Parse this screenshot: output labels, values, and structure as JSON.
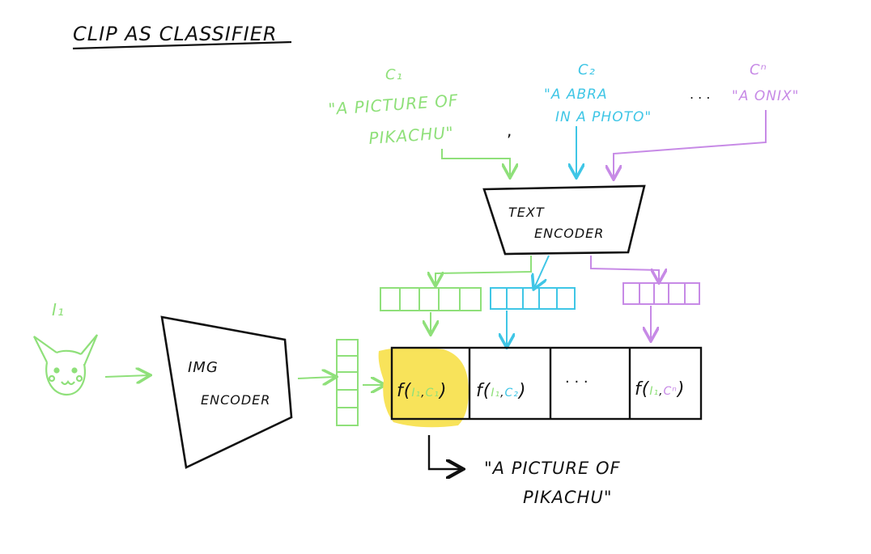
{
  "title": "CLIP AS CLASSIFIER",
  "colors": {
    "ink": "#111111",
    "green": "#8fe07a",
    "cyan": "#3fc6e6",
    "purple": "#c78ae6",
    "highlight": "#f8e35a"
  },
  "image_input": {
    "label": "I₁",
    "icon": "pikachu-icon"
  },
  "classes": {
    "c1": {
      "label": "C₁",
      "prompt_line1": "\"A PICTURE OF",
      "prompt_line2": "PIKACHU\""
    },
    "c2": {
      "label": "C₂",
      "prompt_line1": "\"A ABRA",
      "prompt_line2": "IN A PHOTO\""
    },
    "ellipsis": ". . .",
    "cn": {
      "label": "Cⁿ",
      "prompt": "\"A ONIX\""
    },
    "comma": ","
  },
  "text_encoder": {
    "line1": "TEXT",
    "line2": "ENCODER"
  },
  "img_encoder": {
    "line1": "IMG",
    "line2": "ENCODER"
  },
  "similarity": {
    "cell1": {
      "f": "f(",
      "i": "I₁",
      "sep": ",",
      "c": "C₁",
      "close": ")"
    },
    "cell2": {
      "f": "f(",
      "i": "I₁",
      "sep": ",",
      "c": "C₂",
      "close": ")"
    },
    "cell3": {
      "text": "· · ·"
    },
    "cell4": {
      "f": "f(",
      "i": "I₁",
      "sep": ",",
      "c": "Cⁿ",
      "close": ")"
    }
  },
  "result": {
    "line1": "\"A PICTURE OF",
    "line2": "PIKACHU\""
  }
}
